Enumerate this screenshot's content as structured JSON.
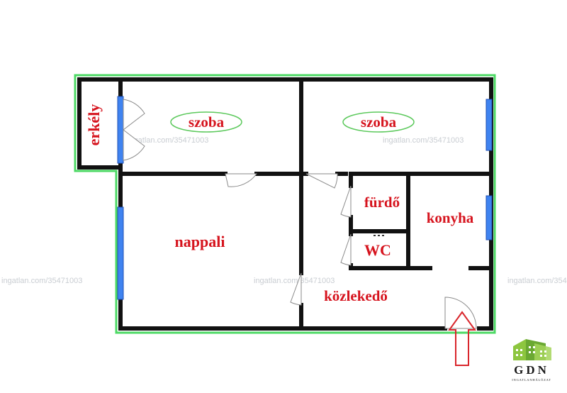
{
  "rooms": {
    "erkely": "erkély",
    "szoba_left": "szoba",
    "szoba_right": "szoba",
    "nappali": "nappali",
    "furdo": "fürdő",
    "wc": "WC",
    "konyha": "konyha",
    "kozlekedo": "közlekedő"
  },
  "watermark": "ingatlan.com/35471003",
  "logo": {
    "letters": "GDN",
    "tagline": "INGATLANHÁLÓZAT"
  },
  "colors": {
    "wall": "#111111",
    "outline": "#4cd964",
    "window": "#3f83f0",
    "label": "#d6141e",
    "label_ellipse": "#5cc95c",
    "entrance_arrow": "#d9262c"
  }
}
